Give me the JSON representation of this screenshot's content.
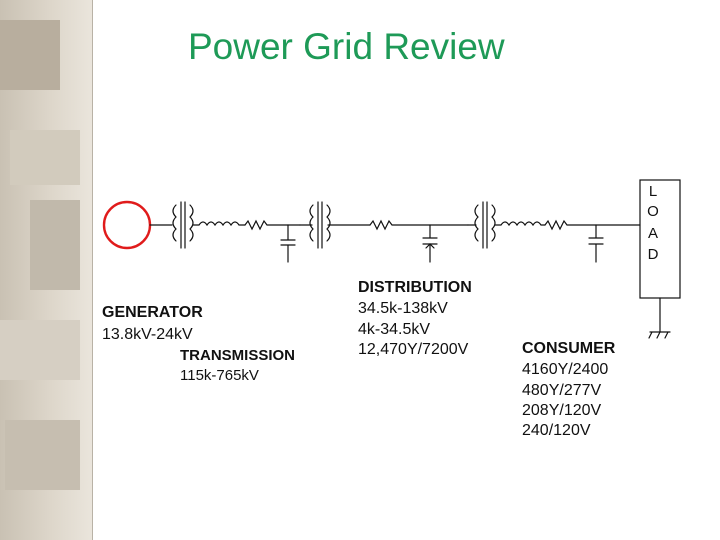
{
  "slide": {
    "title": "Power Grid Review"
  },
  "load": {
    "letters": [
      "L",
      "O",
      "A",
      "D"
    ]
  },
  "generator": {
    "heading": "GENERATOR",
    "voltage": "13.8kV-24kV"
  },
  "transmission": {
    "heading": "TRANSMISSION",
    "voltage": "115k-765kV"
  },
  "distribution": {
    "heading": "DISTRIBUTION",
    "voltages": [
      "34.5k-138kV",
      "4k-34.5kV",
      "12,470Y/7200V"
    ]
  },
  "consumer": {
    "heading": "CONSUMER",
    "voltages": [
      "4160Y/2400",
      "480Y/277V",
      "208Y/120V",
      "240/120V"
    ]
  },
  "colors": {
    "title": "#1e9a57",
    "generator_circle": "#e01b1b",
    "lines": "#111111"
  }
}
